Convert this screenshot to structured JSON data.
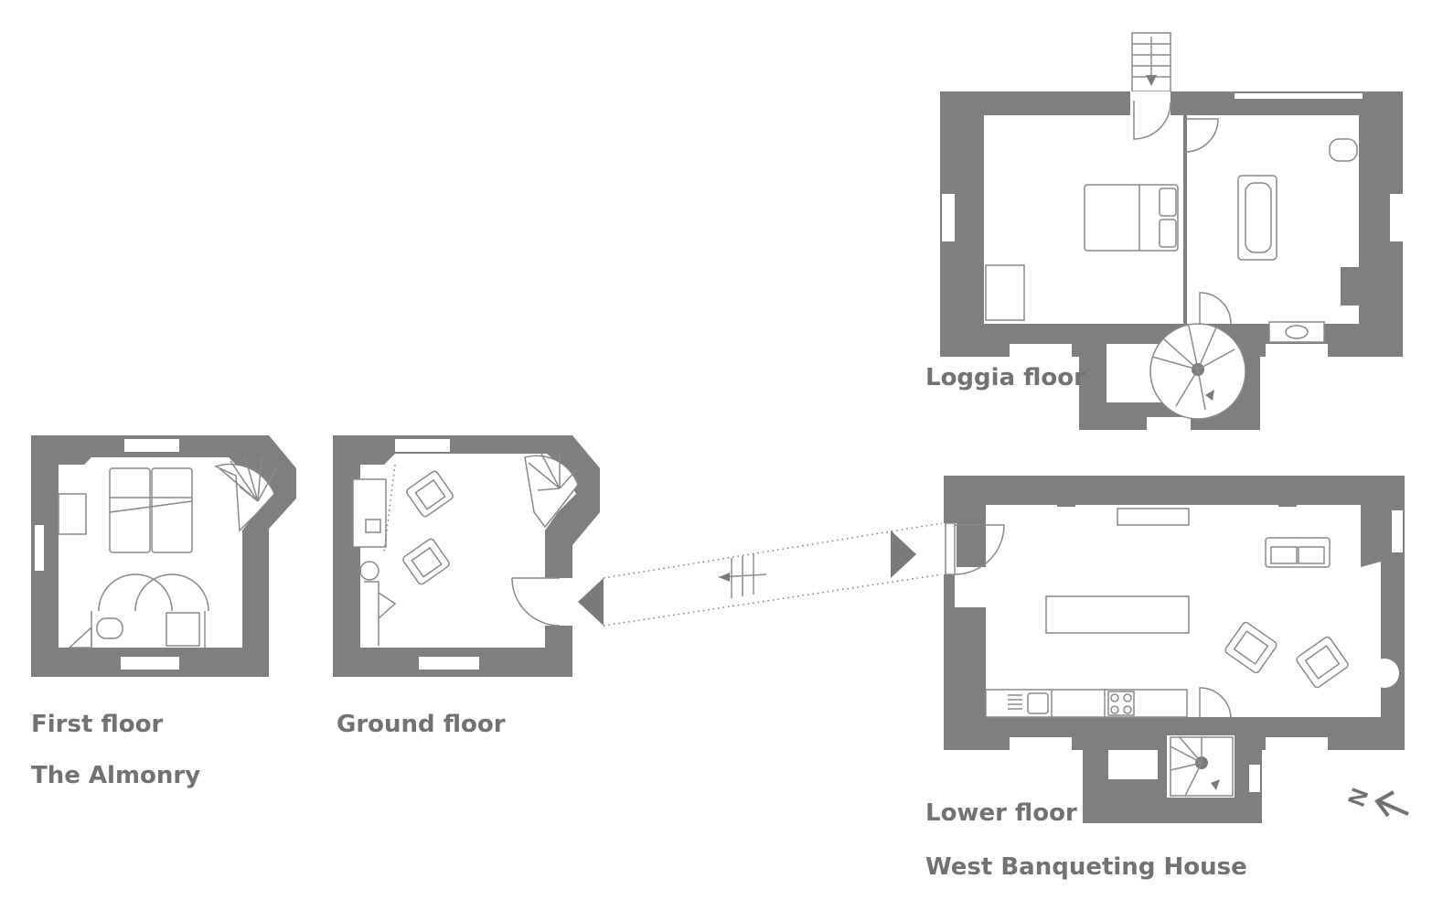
{
  "labels": {
    "first_floor": "First floor",
    "ground_floor": "Ground floor",
    "almonry": "The Almonry",
    "loggia_floor": "Loggia floor",
    "lower_floor": "Lower floor",
    "west_banqueting_house": "West Banqueting House"
  },
  "compass": {
    "glyph": "N"
  },
  "colors": {
    "wall": "#7f7f80",
    "label": "#727272",
    "line": "#8a8a8a"
  }
}
